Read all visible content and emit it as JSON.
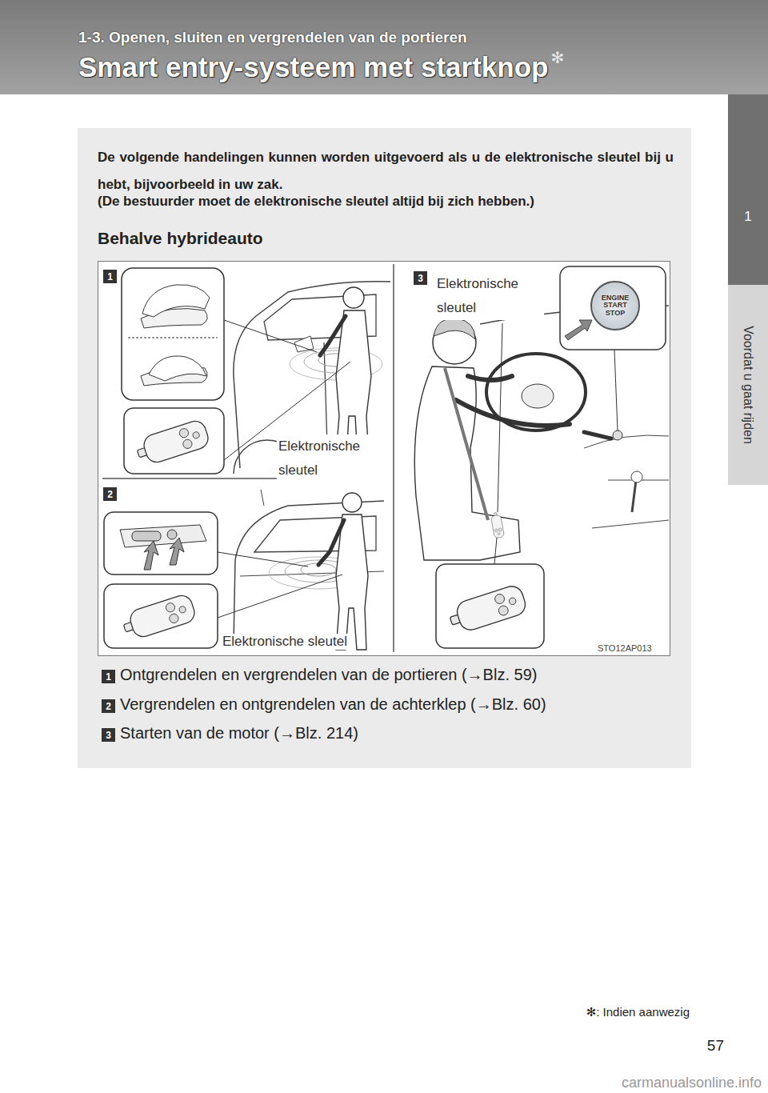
{
  "diagram": {
    "title": "Smart entry-systeem met startknop",
    "nodes": [
      {
        "text": [
          "1-3. Openen, sluiten en vergrendelen van de portieren"
        ]
      },
      {
        "text": [
          "1"
        ]
      },
      {
        "text": [
          "Voordat u gaat rijden"
        ]
      },
      {
        "text": [
          "De volgende handelingen kunnen worden uitgevoerd als u de elektronische sleutel bij u hebt, bijvoorbeeld in uw zak.",
          "(De bestuurder moet de elektronische sleutel altijd bij zich hebben.)",
          "Behalve hybrideauto"
        ]
      },
      {
        "text": [
          "STO12AP013"
        ],
        "in": 3
      },
      {
        "text": [
          "1"
        ],
        "in": 4
      },
      {
        "text": [
          "2"
        ],
        "in": 4
      },
      {
        "text": [
          "3"
        ],
        "in": 4
      },
      {
        "text": [
          "ENGINE START STOP"
        ],
        "in": 4
      },
      {
        "text": [
          "1"
        ],
        "in": 3
      },
      {
        "text": [
          "2"
        ],
        "in": 3
      },
      {
        "text": [
          "3"
        ],
        "in": 3
      }
    ],
    "labels": [
      "✻",
      "Elektronische sleutel",
      "Elektronische sleutel",
      "Elektronische sleutel",
      "Ontgrendelen en vergrendelen van de portieren (→Blz. 59)",
      "Vergrendelen en ontgrendelen van de achterklep (→Blz. 60)",
      "Starten van de motor (→Blz. 214)",
      "✻: Indien aanwezig",
      "57",
      "carmanualsonline.info"
    ]
  }
}
